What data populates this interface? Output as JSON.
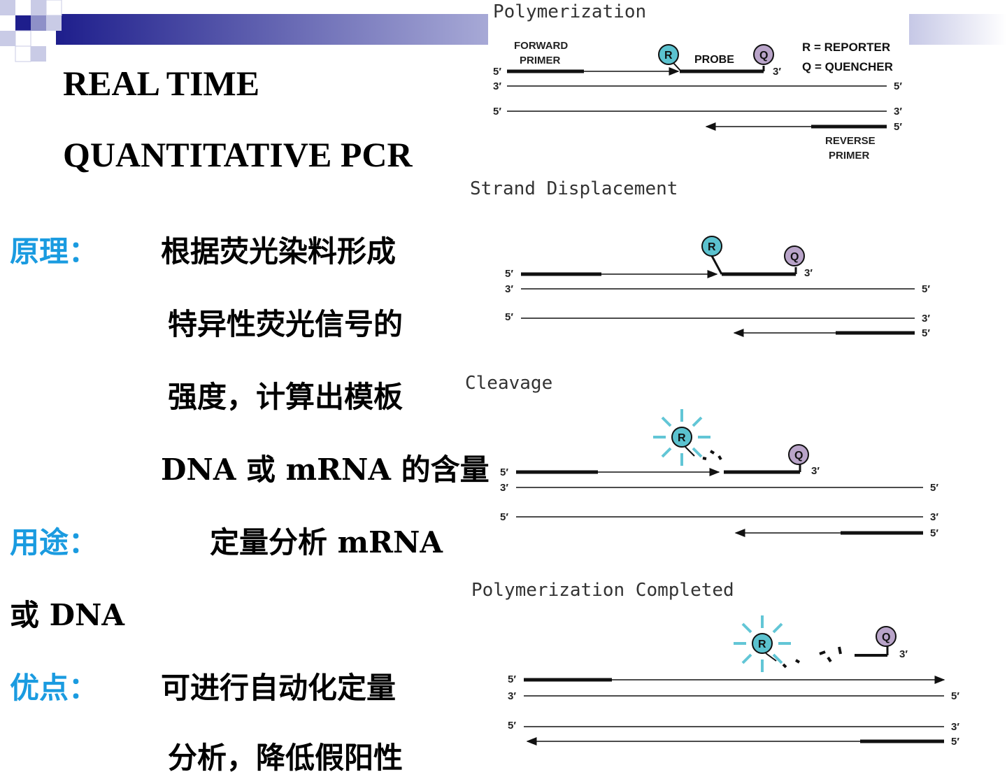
{
  "slide": {
    "title_line1": "REAL TIME",
    "title_line2": "QUANTITATIVE PCR",
    "sections": [
      {
        "label": "原理：",
        "lines": [
          "根据荧光染料形成",
          "特异性荧光信号的",
          "强度，计算出模板",
          "DNA 或 mRNA 的含量"
        ]
      },
      {
        "label": "用途：",
        "lines": [
          "定量分析 mRNA",
          "或 DNA"
        ]
      },
      {
        "label": "优点：",
        "lines": [
          "可进行自动化定量",
          "分析，降低假阳性"
        ]
      }
    ]
  },
  "diagram": {
    "stages": [
      "Polymerization",
      "Strand Displacement",
      "Cleavage",
      "Polymerization Completed"
    ],
    "labels": {
      "forward_primer_1": "FORWARD",
      "forward_primer_2": "PRIMER",
      "probe": "PROBE",
      "reverse_primer_1": "REVERSE",
      "reverse_primer_2": "PRIMER",
      "legend_r": "R = REPORTER",
      "legend_q": "Q = QUENCHER",
      "reporter": "R",
      "quencher": "Q",
      "five": "5′",
      "three": "3′"
    },
    "colors": {
      "reporter": "#5bc2cf",
      "quencher": "#b9a4c9",
      "glow": "#62c6d6",
      "label": "#1a9be0",
      "bar_dark": "#1e1e8c",
      "bar_light": "#c9cbe6"
    }
  }
}
